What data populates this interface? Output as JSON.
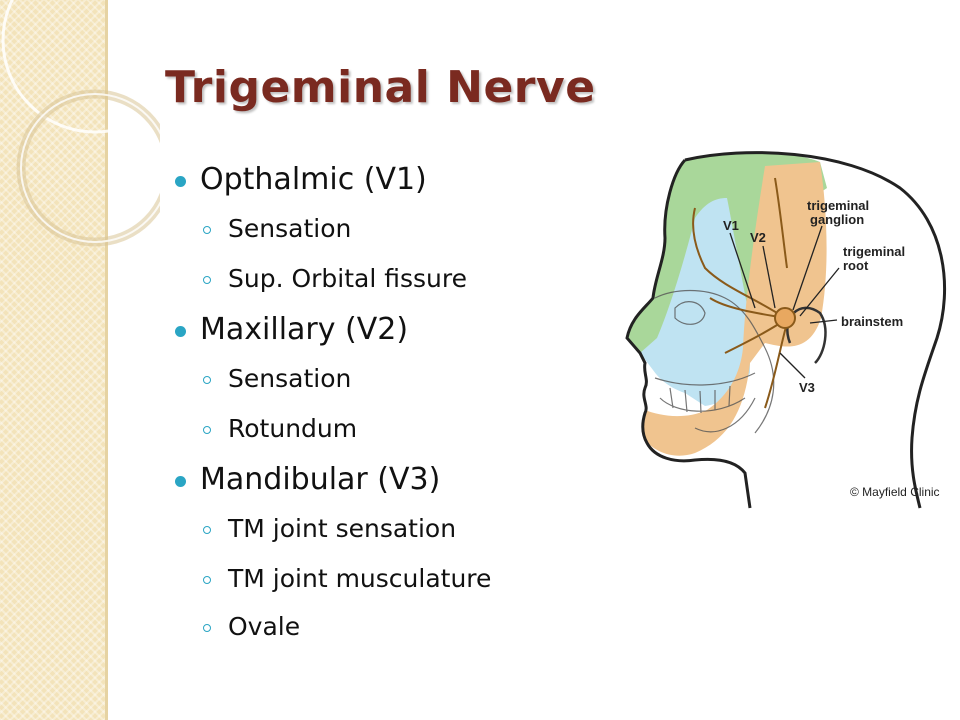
{
  "slide": {
    "title": "Trigeminal Nerve",
    "bullets": [
      {
        "level": 1,
        "text": "Opthalmic (V1)"
      },
      {
        "level": 2,
        "text": "Sensation"
      },
      {
        "level": 2,
        "text": "Sup. Orbital fissure"
      },
      {
        "level": 1,
        "text": "Maxillary (V2)"
      },
      {
        "level": 2,
        "text": "Sensation"
      },
      {
        "level": 2,
        "text": "Rotundum"
      },
      {
        "level": 1,
        "text": "Mandibular (V3)"
      },
      {
        "level": 2,
        "text": "TM joint sensation"
      },
      {
        "level": 2,
        "text": "TM joint musculature"
      },
      {
        "level": 2,
        "text": "Ovale"
      }
    ]
  },
  "figure": {
    "labels": {
      "v1": "V1",
      "v2": "V2",
      "v3": "V3",
      "ganglion_line1": "trigeminal",
      "ganglion_line2": "ganglion",
      "root_line1": "trigeminal",
      "root_line2": "root",
      "brainstem": "brainstem"
    },
    "credit": "© Mayfield Clinic"
  },
  "colors": {
    "title": "#7a2a20",
    "bullet": "#2aa5c4",
    "sidebar": "#f3e3ba",
    "v1_region": "#a9d79a",
    "v2_region": "#bfe3f2",
    "v3_region": "#f0c48f"
  }
}
